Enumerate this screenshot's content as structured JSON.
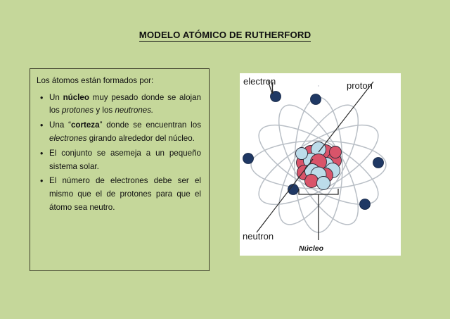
{
  "slide": {
    "title": "MODELO ATÓMICO DE RUTHERFORD",
    "background_color": "#c5d79a"
  },
  "facts_box": {
    "intro": "Los átomos están formados por:",
    "border_color": "#3b3b28",
    "bullets": [
      {
        "id": "bullet-nucleo",
        "segments": [
          {
            "text": "Un ",
            "style": "normal"
          },
          {
            "text": "núcleo",
            "style": "bold"
          },
          {
            "text": " muy pesado donde se alojan los ",
            "style": "normal"
          },
          {
            "text": "protones",
            "style": "italic"
          },
          {
            "text": " y los ",
            "style": "normal"
          },
          {
            "text": "neutrones.",
            "style": "italic"
          }
        ],
        "plain": "Un núcleo muy pesado donde se alojan los protones y los neutrones."
      },
      {
        "id": "bullet-corteza",
        "segments": [
          {
            "text": "Una “",
            "style": "normal"
          },
          {
            "text": "corteza",
            "style": "bold"
          },
          {
            "text": "” donde se encuentran los ",
            "style": "normal"
          },
          {
            "text": "electrones",
            "style": "italic"
          },
          {
            "text": " girando alrededor del núcleo.",
            "style": "normal"
          }
        ],
        "plain": "Una “corteza” donde se encuentran los electrones girando alrededor del núcleo."
      },
      {
        "id": "bullet-sistema-solar",
        "segments": [
          {
            "text": "El conjunto se asemeja a un pequeño sistema solar.",
            "style": "normal"
          }
        ],
        "plain": "El conjunto se asemeja a un pequeño sistema solar."
      },
      {
        "id": "bullet-neutro",
        "segments": [
          {
            "text": "El número de electrones debe ser el mismo que el de protones para que el átomo sea neutro.",
            "style": "normal"
          }
        ],
        "plain": "El número de electrones debe ser el mismo que el de protones para que el átomo sea neutro."
      }
    ]
  },
  "atom_figure": {
    "background_color": "#ffffff",
    "labels": {
      "electron": "electron",
      "proton": "proton",
      "neutron": "neutron",
      "nucleus": "Núcleo"
    },
    "colors": {
      "orbit": "#b9bfc6",
      "electron": "#1f3864",
      "proton": "#d9546a",
      "neutron": "#bcdcea",
      "leader_line": "#2a2a2a"
    },
    "counts": {
      "electrons": 7,
      "orbits": 6,
      "nucleus_protons": 9,
      "nucleus_neutrons": 8
    }
  }
}
